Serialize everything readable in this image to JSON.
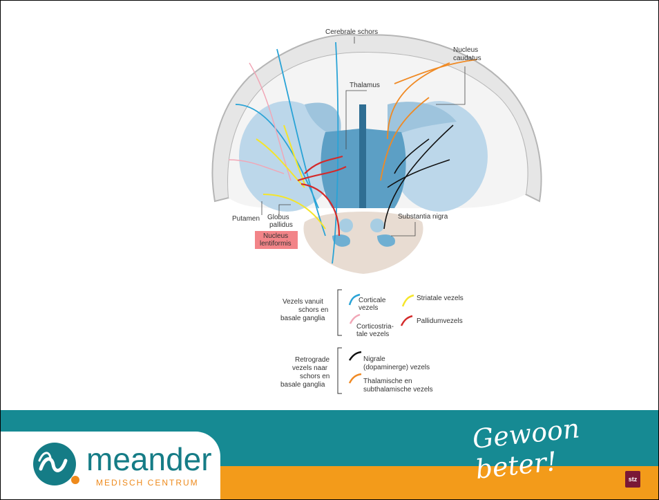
{
  "labels": {
    "cerebrale_schors": "Cerebrale schors",
    "nucleus_caudatus_1": "Nucleus",
    "nucleus_caudatus_2": "caudatus",
    "thalamus": "Thalamus",
    "putamen": "Putamen",
    "globus_pallidus_1": "Globus",
    "globus_pallidus_2": "pallidus",
    "substantia_nigra": "Substantia nigra",
    "nucleus_lentiformis_1": "Nucleus",
    "nucleus_lentiformis_2": "lentiformis"
  },
  "legend": {
    "group1": [
      "Vezels vanuit",
      "schors en",
      "basale ganglia"
    ],
    "group2": [
      "Retrograde",
      "vezels naar",
      "schors en",
      "basale ganglia"
    ],
    "corticale": [
      "Corticale",
      "vezels"
    ],
    "striatale": "Striatale vezels",
    "corticostriatale": [
      "Corticostria-",
      "tale vezels"
    ],
    "pallidum": "Pallidumvezels",
    "nigrale": [
      "Nigrale",
      "(dopaminerge) vezels"
    ],
    "thalamische": [
      "Thalamische en",
      "subthalamische vezels"
    ]
  },
  "footer": {
    "logo_word": "meander",
    "logo_sub": "MEDISCH CENTRUM",
    "slogan": "Gewoon beter!",
    "stz": "stz"
  },
  "colors": {
    "corticale": "#29a3d6",
    "striatale": "#f5e52a",
    "corticostriatale": "#f1a6b6",
    "pallidum": "#d42a2a",
    "nigrale": "#111111",
    "thalamische": "#f08a24",
    "teal": "#168a93",
    "orange": "#f39b1a"
  }
}
